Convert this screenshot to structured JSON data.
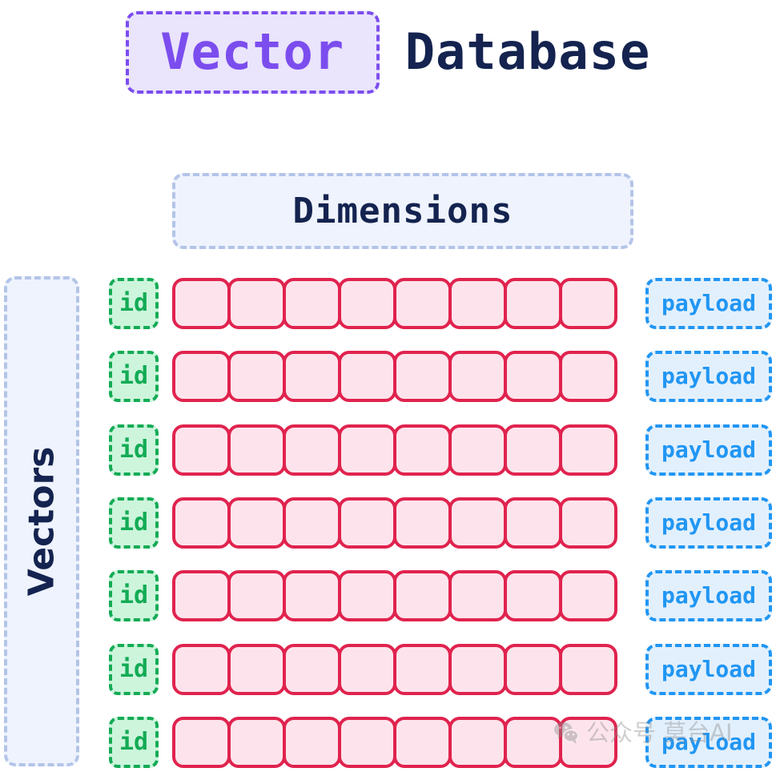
{
  "title": {
    "chip_label": "Vector",
    "rest_label": "Database",
    "chip_fill": "#eae4fc",
    "chip_stroke": "#7c4dee",
    "chip_text_color": "#7c4dee",
    "rest_text_color": "#14234f"
  },
  "dimensions_header": {
    "label": "Dimensions",
    "fill": "#eef3fd",
    "stroke": "#b4c4e8",
    "text_color": "#14234f"
  },
  "vectors_band": {
    "label": "Vectors",
    "fill": "#eef3fd",
    "stroke": "#b4c4e8",
    "text_color": "#14234f"
  },
  "grid": {
    "row_count": 7,
    "dimension_count": 8,
    "id_label": "id",
    "payload_label": "payload",
    "id_fill": "#ccf5dc",
    "id_stroke": "#14ab55",
    "id_text_color": "#14ab55",
    "dim_fill": "#fde4ec",
    "dim_stroke": "#e0234e",
    "payload_fill": "#e2f0fd",
    "payload_stroke": "#2196f3",
    "payload_text_color": "#2196f3"
  },
  "rows": [
    {
      "id_label": "id",
      "payload_label": "payload",
      "dims": [
        "",
        "",
        "",
        "",
        "",
        "",
        "",
        ""
      ]
    },
    {
      "id_label": "id",
      "payload_label": "payload",
      "dims": [
        "",
        "",
        "",
        "",
        "",
        "",
        "",
        ""
      ]
    },
    {
      "id_label": "id",
      "payload_label": "payload",
      "dims": [
        "",
        "",
        "",
        "",
        "",
        "",
        "",
        ""
      ]
    },
    {
      "id_label": "id",
      "payload_label": "payload",
      "dims": [
        "",
        "",
        "",
        "",
        "",
        "",
        "",
        ""
      ]
    },
    {
      "id_label": "id",
      "payload_label": "payload",
      "dims": [
        "",
        "",
        "",
        "",
        "",
        "",
        "",
        ""
      ]
    },
    {
      "id_label": "id",
      "payload_label": "payload",
      "dims": [
        "",
        "",
        "",
        "",
        "",
        "",
        "",
        ""
      ]
    },
    {
      "id_label": "id",
      "payload_label": "payload",
      "dims": [
        "",
        "",
        "",
        "",
        "",
        "",
        "",
        ""
      ]
    }
  ],
  "watermark": {
    "text": "公众号 莫台AI",
    "icon": "wechat-icon",
    "color": "#8a8a8a"
  }
}
